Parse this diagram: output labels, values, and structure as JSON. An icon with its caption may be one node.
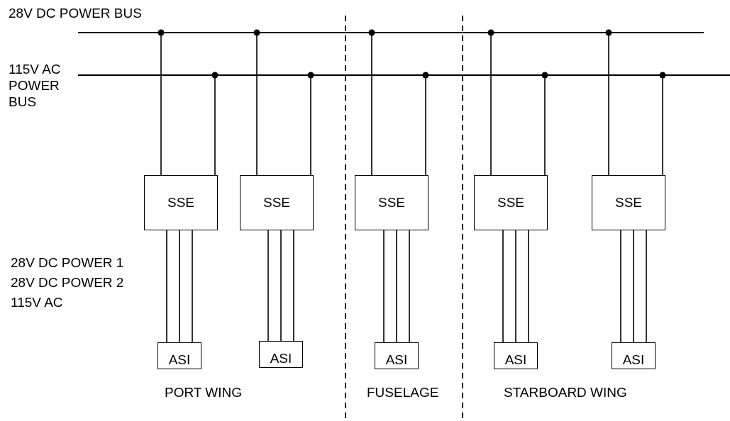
{
  "diagram": {
    "nodes": [
      {
        "text": [
          "28V DC POWER BUS"
        ]
      },
      {
        "text": [
          "115V AC POWER BUS"
        ]
      },
      {
        "text": [
          "SSE"
        ]
      },
      {
        "text": [
          "SSE"
        ]
      },
      {
        "text": [
          "SSE"
        ]
      },
      {
        "text": [
          "SSE"
        ]
      },
      {
        "text": [
          "SSE"
        ]
      },
      {
        "text": [
          "ASI"
        ]
      },
      {
        "text": [
          "ASI"
        ]
      },
      {
        "text": [
          "ASI"
        ]
      },
      {
        "text": [
          "ASI"
        ]
      },
      {
        "text": [
          "ASI"
        ]
      }
    ],
    "edges": [
      {
        "from": 0,
        "to": 2,
        "arrow": "other"
      },
      {
        "from": 0,
        "to": 3,
        "arrow": "other"
      },
      {
        "from": 0,
        "to": 4,
        "arrow": "other"
      },
      {
        "from": 0,
        "to": 5,
        "arrow": "other"
      },
      {
        "from": 0,
        "to": 6,
        "arrow": "other"
      },
      {
        "from": 1,
        "to": 2,
        "arrow": "other"
      },
      {
        "from": 1,
        "to": 3,
        "arrow": "other"
      },
      {
        "from": 1,
        "to": 4,
        "arrow": "other"
      },
      {
        "from": 1,
        "to": 5,
        "arrow": "other"
      },
      {
        "from": 1,
        "to": 6,
        "arrow": "other"
      },
      {
        "from": 2,
        "to": 7,
        "arrow": "none"
      },
      {
        "from": 2,
        "to": 7,
        "arrow": "none"
      },
      {
        "from": 2,
        "to": 7,
        "arrow": "none"
      },
      {
        "from": 3,
        "to": 8,
        "arrow": "none"
      },
      {
        "from": 3,
        "to": 8,
        "arrow": "none"
      },
      {
        "from": 3,
        "to": 8,
        "arrow": "none"
      },
      {
        "from": 4,
        "to": 9,
        "arrow": "none"
      },
      {
        "from": 4,
        "to": 9,
        "arrow": "none"
      },
      {
        "from": 4,
        "to": 9,
        "arrow": "none"
      },
      {
        "from": 5,
        "to": 10,
        "arrow": "none"
      },
      {
        "from": 5,
        "to": 10,
        "arrow": "none"
      },
      {
        "from": 5,
        "to": 10,
        "arrow": "none"
      },
      {
        "from": 6,
        "to": 11,
        "arrow": "none"
      },
      {
        "from": 6,
        "to": 11,
        "arrow": "none"
      },
      {
        "from": 6,
        "to": 11,
        "arrow": "none"
      }
    ],
    "labels": [
      "28V DC POWER 1",
      "28V DC POWER 2",
      "115V AC",
      "PORT WING",
      "FUSELAGE",
      "STARBOARD WING"
    ]
  }
}
